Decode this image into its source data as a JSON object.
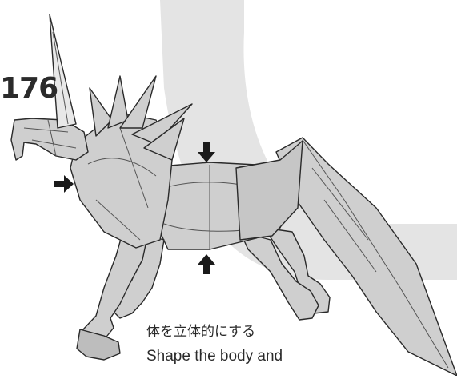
{
  "step": {
    "number": "176"
  },
  "instruction": {
    "japanese": "体を立体的にする",
    "english": "Shape the body and"
  },
  "colors": {
    "background": "#ffffff",
    "page_band": "#e4e4e4",
    "paper_fill": "#cfcfcf",
    "paper_shade": "#bdbdbd",
    "fold_line": "#555555",
    "outline": "#2a2a2a",
    "arrow": "#1a1a1a"
  },
  "arrows": [
    {
      "name": "arrow-push-chest",
      "direction": "right"
    },
    {
      "name": "arrow-push-back",
      "direction": "down"
    },
    {
      "name": "arrow-push-belly",
      "direction": "up"
    }
  ]
}
